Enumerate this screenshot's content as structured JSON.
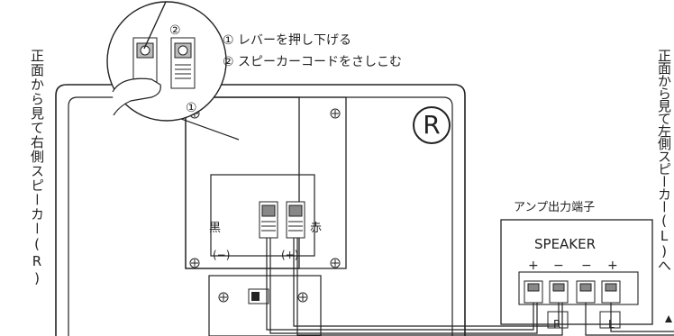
{
  "captions": {
    "left_vertical": "正面から見て右側スピーカー(R)",
    "right_vertical": "正面から見て左側スピーカー(L)へ"
  },
  "instructions": {
    "step1": "① レバーを押し下げる",
    "step2": "② スピーカーコードをさしこむ"
  },
  "callout_numbers": {
    "one": "①",
    "two": "②"
  },
  "speaker": {
    "badge": "R",
    "terminal_black": "黒",
    "terminal_red": "赤",
    "minus": "(−)",
    "plus": "(+)"
  },
  "amplifier": {
    "title": "アンプ出力端子",
    "panel_label": "SPEAKER",
    "polarities": [
      "+",
      "−",
      "−",
      "+"
    ],
    "channel_r": "R",
    "channel_l": "L"
  }
}
